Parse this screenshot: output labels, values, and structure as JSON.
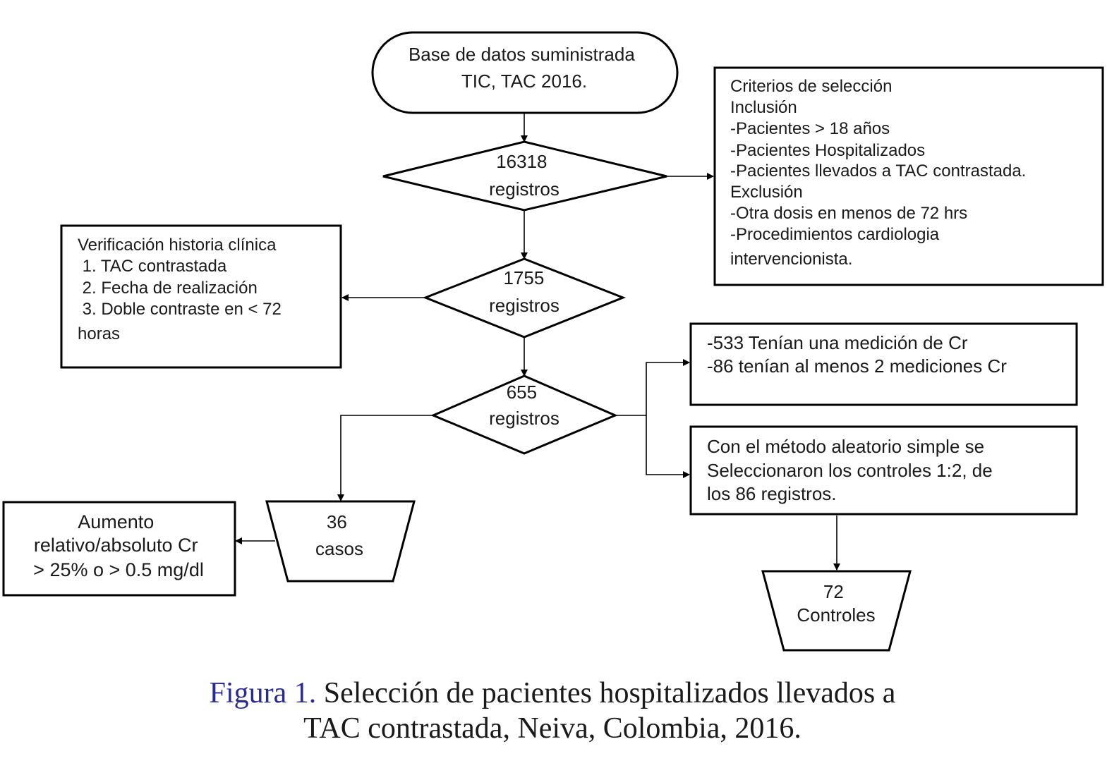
{
  "start": {
    "lines": [
      "Base de datos suministrada",
      "TIC, TAC 2016."
    ]
  },
  "criteria": {
    "lines": [
      "Criterios de selección",
      "Inclusión",
      "-Pacientes > 18 años",
      "-Pacientes Hospitalizados",
      "-Pacientes llevados a TAC contrastada.",
      "Exclusión",
      "-Otra dosis en menos de 72 hrs",
      "-Procedimientos cardiologia",
      "intervencionista."
    ]
  },
  "d1": {
    "lines": [
      "16318",
      "registros"
    ]
  },
  "d2": {
    "lines": [
      "1755",
      "registros"
    ]
  },
  "d3": {
    "lines": [
      "655",
      "registros"
    ]
  },
  "verification": {
    "lines": [
      "Verificación historia clínica",
      " 1. TAC contrastada",
      " 2. Fecha de realización",
      " 3. Doble contraste en < 72",
      "horas"
    ]
  },
  "measurements": {
    "lines": [
      "-533 Tenían una medición de Cr",
      "-86 tenían al menos 2 mediciones Cr"
    ]
  },
  "random": {
    "lines": [
      "Con el método aleatorio simple se",
      "Seleccionaron los controles 1:2, de",
      "los 86 registros."
    ]
  },
  "cases": {
    "lines": [
      "36",
      "casos"
    ]
  },
  "controls": {
    "lines": [
      "72",
      "Controles"
    ]
  },
  "increase": {
    "lines": [
      "Aumento",
      "relativo/absoluto Cr",
      "> 25% o > 0.5 mg/dl"
    ]
  },
  "caption": {
    "label": "Figura 1.",
    "text1": " Selección de pacientes hospitalizados llevados a",
    "text2": "TAC contrastada, Neiva, Colombia, 2016.",
    "label_color": "#2b2b8a",
    "text_color": "#1a1a1a"
  }
}
